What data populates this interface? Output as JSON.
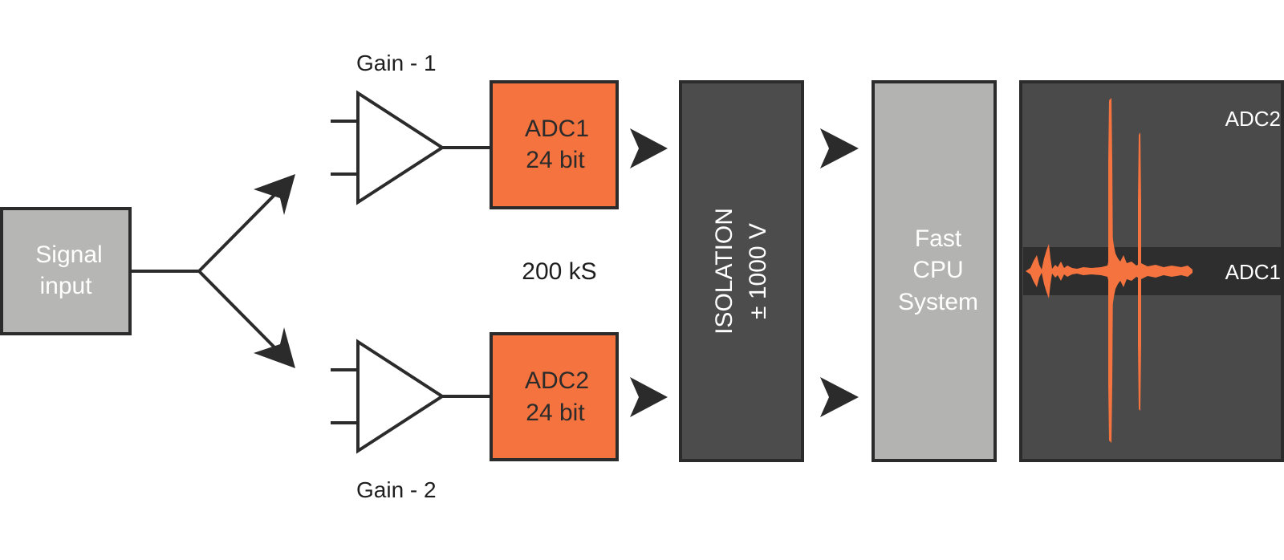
{
  "signal_input": {
    "line1": "Signal",
    "line2": "input"
  },
  "gain1_label": "Gain - 1",
  "gain2_label": "Gain - 2",
  "adc1": {
    "line1": "ADC1",
    "line2": "24 bit"
  },
  "adc2": {
    "line1": "ADC2",
    "line2": "24 bit"
  },
  "sample_rate": "200 kS",
  "isolation": {
    "line1": "ISOLATION",
    "line2": "± 1000 V"
  },
  "cpu": {
    "line1": "Fast",
    "line2": "CPU",
    "line3": "System"
  },
  "display": {
    "adc2_label": "ADC2",
    "adc1_label": "ADC1"
  },
  "colors": {
    "orange": "#f4733e",
    "dark": "#2b2b2b",
    "isolation_fill": "#4c4c4c",
    "cpu_fill": "#b3b3b1",
    "signal_fill": "#b6b6b4",
    "display_fill": "#4a4a4a",
    "display_band": "#2e2e2e"
  }
}
